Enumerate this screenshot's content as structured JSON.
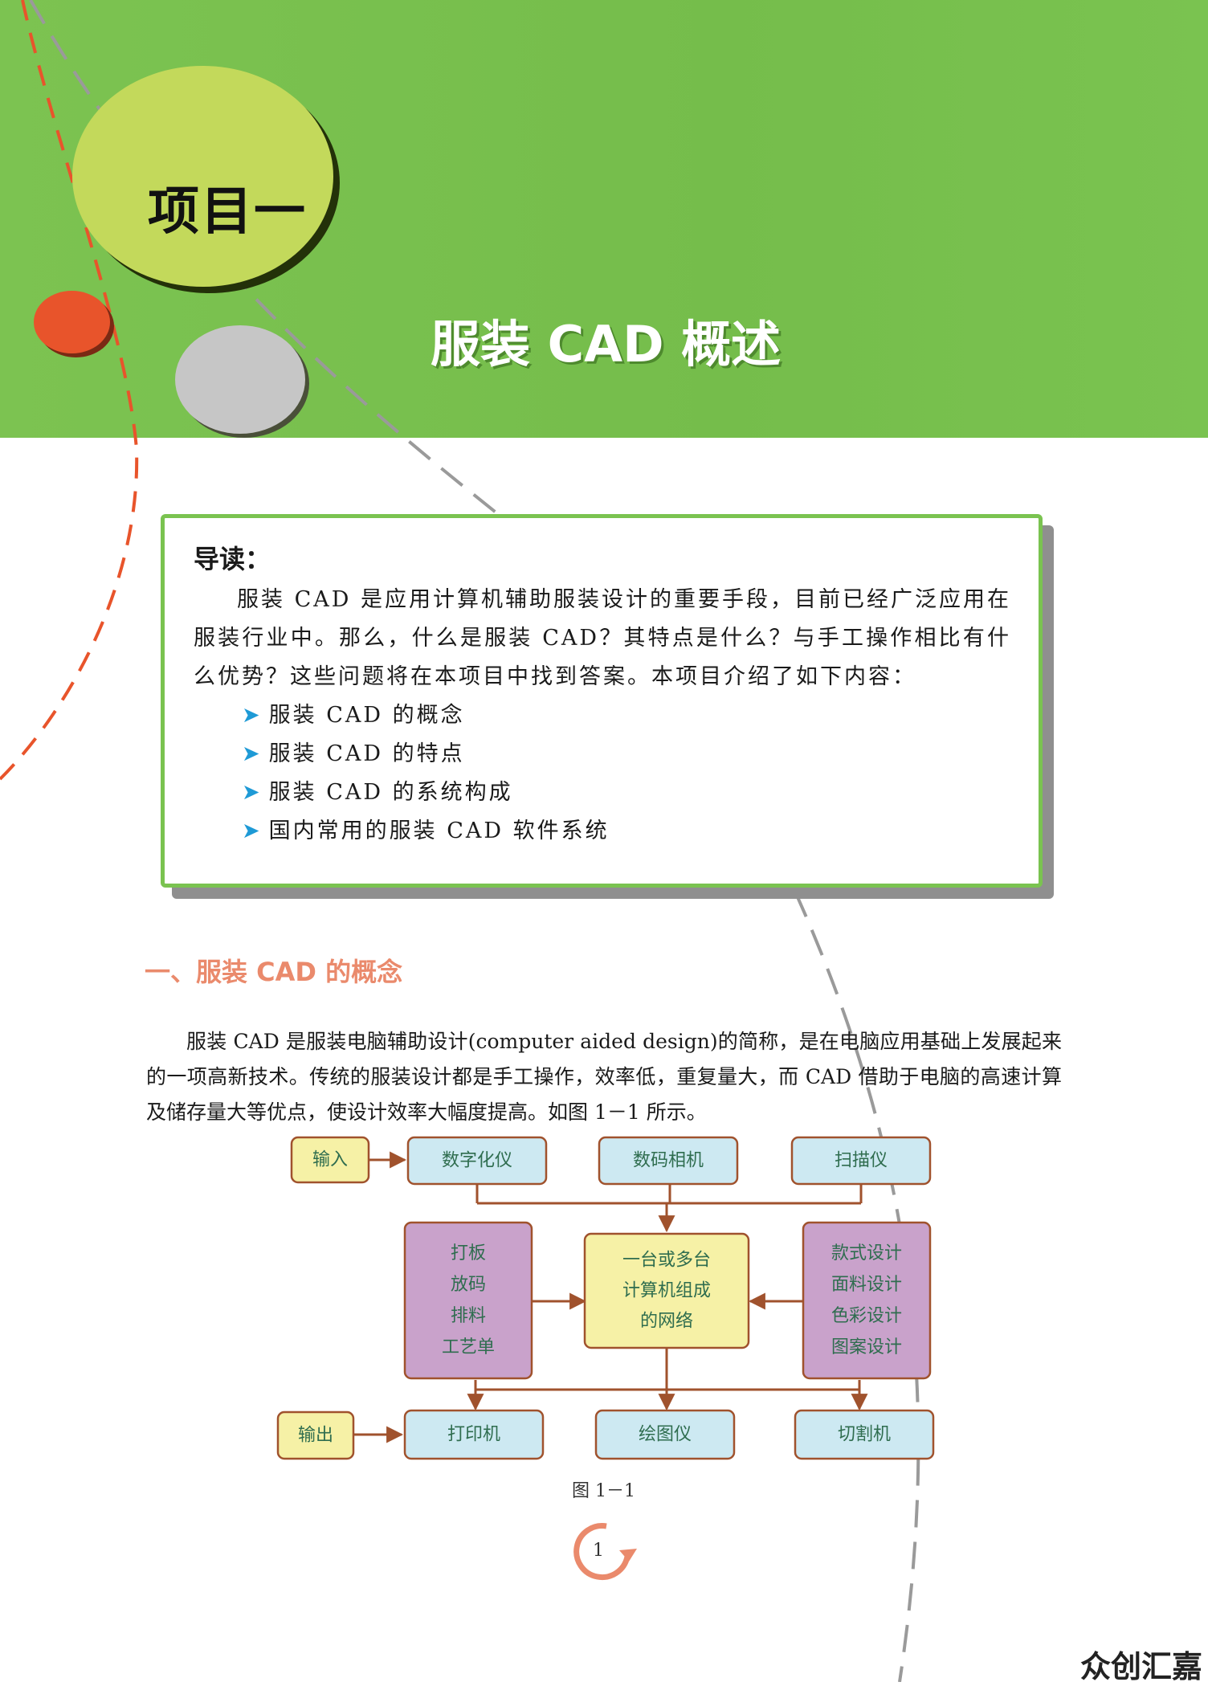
{
  "header": {
    "unit_label": "项目一",
    "chapter_title": "服装 CAD 概述"
  },
  "intro": {
    "heading": "导读：",
    "paragraph": "服装 CAD 是应用计算机辅助服装设计的重要手段，目前已经广泛应用在服装行业中。那么，什么是服装 CAD？其特点是什么？与手工操作相比有什么优势？这些问题将在本项目中找到答案。本项目介绍了如下内容：",
    "bullets": [
      "服装 CAD 的概念",
      "服装 CAD 的特点",
      "服装 CAD 的系统构成",
      "国内常用的服装 CAD 软件系统"
    ]
  },
  "section": {
    "heading": "一、服装 CAD 的概念",
    "paragraph": "服装 CAD 是服装电脑辅助设计(computer aided design)的简称，是在电脑应用基础上发展起来的一项高新技术。传统的服装设计都是手工操作，效率低，重复量大，而 CAD 借助于电脑的高速计算及储存量大等优点，使设计效率大幅度提高。如图 1－1 所示。"
  },
  "diagram": {
    "input_label": "输入",
    "output_label": "输出",
    "input_devices": [
      "数字化仪",
      "数码相机",
      "扫描仪"
    ],
    "output_devices": [
      "打印机",
      "绘图仪",
      "切割机"
    ],
    "left_functions": [
      "打板",
      "放码",
      "排料",
      "工艺单"
    ],
    "right_functions": [
      "款式设计",
      "面料设计",
      "色彩设计",
      "图案设计"
    ],
    "center_lines": [
      "一台或多台",
      "计算机组成",
      "的网络"
    ],
    "caption": "图 1－1",
    "colors": {
      "device_fill": "#cde9f2",
      "label_fill": "#f6f1a6",
      "function_fill": "#c9a2cb",
      "center_fill": "#f6f1a6",
      "stroke": "#a0522d",
      "text": "#2f6d4f"
    }
  },
  "page_number": "1",
  "watermark": "众创汇嘉",
  "colors": {
    "header_green": "#7cc351",
    "section_heading": "#ea8a6c",
    "bullet_arrow": "#1e9ad6"
  }
}
